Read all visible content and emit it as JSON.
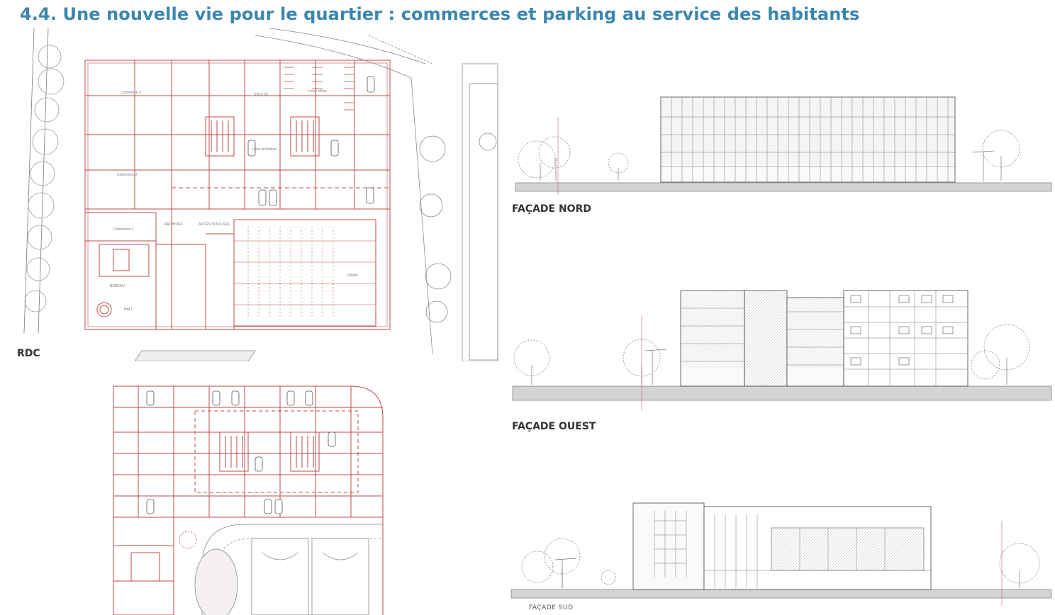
{
  "page": {
    "title": "4.4. Une nouvelle vie pour le quartier : commerces et parking au service des habitants"
  },
  "drawings": {
    "rdc_label": "RDC",
    "facade_nord_label": "FAÇADE NORD",
    "facade_ouest_label": "FAÇADE OUEST",
    "facade_sud_label": "FAÇADE SUD"
  },
  "colors": {
    "title": "#3b86ad",
    "plan_lines": "#c24a4a",
    "labels": "#333333"
  }
}
